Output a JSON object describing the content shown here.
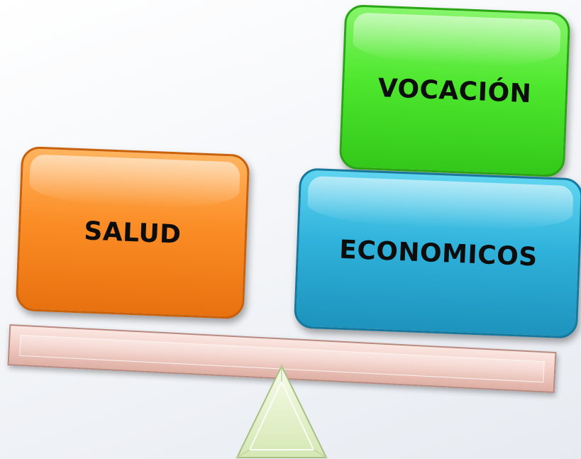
{
  "blocks": {
    "salud": "SALUD",
    "vocacion": "VOCACIÓN",
    "economicos": "ECONOMICOS"
  },
  "colors": {
    "salud": "#fb8d26",
    "vocacion": "#4ee72e",
    "economicos": "#2fb2db",
    "beam": "#f3cfc7",
    "fulcrum": "#e6f2cf"
  }
}
